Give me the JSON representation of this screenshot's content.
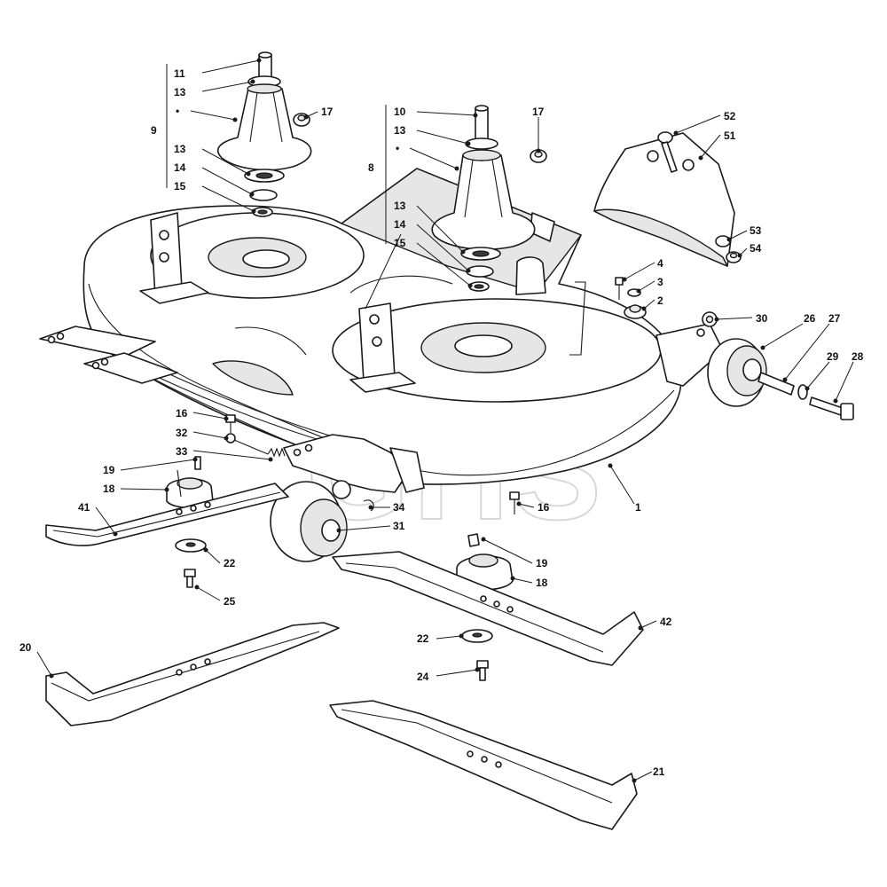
{
  "diagram": {
    "watermark": "GHS",
    "callouts": [
      "11",
      "13",
      "•",
      "17",
      "9",
      "13",
      "14",
      "15",
      "10",
      "13",
      "•",
      "17",
      "8",
      "13",
      "14",
      "15",
      "52",
      "51",
      "53",
      "54",
      "4",
      "3",
      "2",
      "30",
      "26",
      "27",
      "29",
      "28",
      "16",
      "32",
      "33",
      "19",
      "18",
      "41",
      "34",
      "31",
      "1",
      "16",
      "22",
      "25",
      "19",
      "18",
      "42",
      "22",
      "24",
      "20",
      "21"
    ]
  }
}
